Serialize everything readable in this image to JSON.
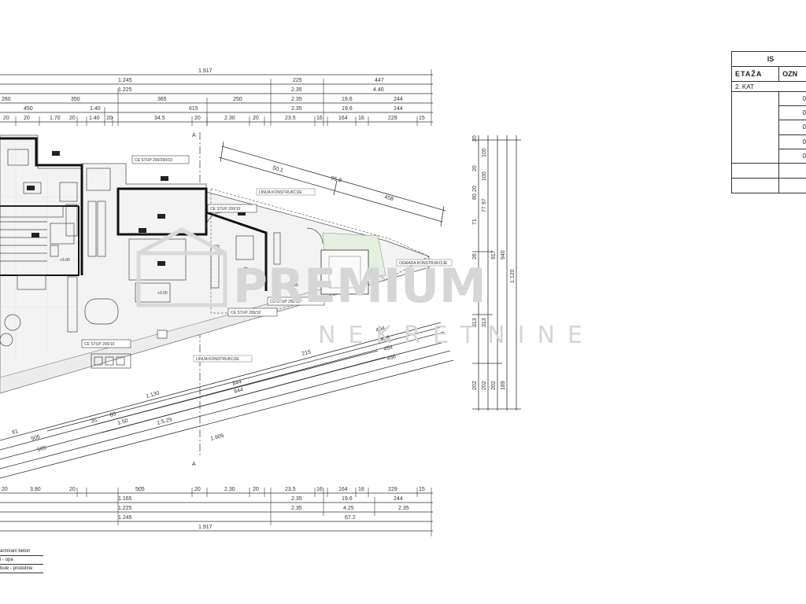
{
  "table": {
    "title": "IS",
    "col1": "ETAŽA",
    "col2": "OZN",
    "floor": "2. KAT",
    "row_prefix": "0"
  },
  "dims_top": {
    "row1": [
      "1.917"
    ],
    "row2": [
      "1.245",
      "225",
      "447"
    ],
    "row3": [
      "1.225",
      "2.35",
      "4.40"
    ],
    "row4": [
      "260",
      "350",
      "365",
      "250",
      "2.35",
      "19.6",
      "244"
    ],
    "row5": [
      "450",
      "1.40",
      "615",
      "2.35",
      "19.6",
      "244"
    ],
    "row6": [
      "20",
      "20",
      "1.70",
      "20",
      "1.40",
      "20",
      "34.5",
      "20",
      "2.30",
      "20",
      "23.5",
      "16",
      "164",
      "16",
      "229",
      "15"
    ]
  },
  "dims_bottom": {
    "row1": [
      "20",
      "3.90",
      "20",
      "505",
      "20",
      "2.30",
      "20",
      "23.5",
      "16",
      "164",
      "16",
      "229",
      "15"
    ],
    "row2": [
      "1.165",
      "2.35",
      "19.6",
      "244"
    ],
    "row3": [
      "1.225",
      "2.35",
      "4.25",
      "2.35"
    ],
    "row4": [
      "1.245",
      "67.2"
    ],
    "row5": [
      "1.917"
    ]
  },
  "dims_right": [
    "20",
    "100",
    "20",
    "100",
    "20",
    "80",
    "97",
    "71",
    "77",
    "26",
    "917",
    "313",
    "313",
    "202",
    "202",
    "202",
    "189",
    "940",
    "1.120"
  ],
  "dims_diag": [
    "50.1",
    "95.8",
    "458",
    "404",
    "456",
    "454",
    "456",
    "215",
    "844",
    "844",
    "1.130",
    "60",
    "35",
    "1.50",
    "1.5.29",
    "1.905",
    "61",
    "505",
    "505"
  ],
  "labels": {
    "col1": "CE STUP 200/200/10",
    "col2": "CE STUP 200/10",
    "col3": "CE STUP 200/10",
    "col4": "CE STUP 200/10",
    "col5": "CE STUP 200/10",
    "wall1": "LINIJA KONSTRUKCIJE",
    "wall2": "LINIJA KONSTRUKCIJE",
    "wall3": "OGRADA KONSTRUKCIJE",
    "level1": "+3.00",
    "level2": "+3.00",
    "level3": "+3.00",
    "section": "A"
  },
  "watermark": {
    "main": "PREMIUM",
    "sub": "NEKRETNINE"
  },
  "legend": [
    "armirani beton",
    "i - opa",
    "bule - produline"
  ]
}
